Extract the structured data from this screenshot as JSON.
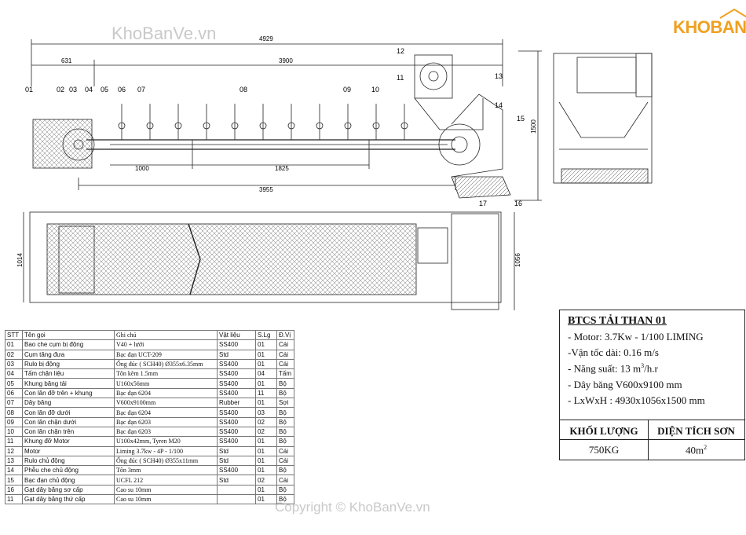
{
  "watermarks": {
    "top": "KhoBanVe.vn",
    "bottom": "Copyright © KhoBanVe.vn",
    "logo": "KHOBANVE"
  },
  "dimensions": {
    "overall_length": "4929",
    "inlet_offset": "631",
    "belt_span": "3900",
    "height": "1500",
    "lower_1000": "1000",
    "lower_1825": "1825",
    "lower_3955": "3955",
    "plan_width_left": "1014",
    "plan_width_right": "1056"
  },
  "part_callouts": [
    "01",
    "02",
    "03",
    "04",
    "05",
    "06",
    "07",
    "08",
    "09",
    "10",
    "11",
    "12",
    "13",
    "14",
    "15",
    "16",
    "17"
  ],
  "bom": {
    "headers": [
      "STT",
      "Tên gọi",
      "Ghi chú",
      "Vật liệu",
      "S.Lg",
      "Đ.Vị"
    ],
    "rows": [
      [
        "01",
        "Bao che cụm bị động",
        "V40 + lưới",
        "SS400",
        "01",
        "Cái"
      ],
      [
        "02",
        "Cụm tăng đưa",
        "Bạc đạn UCT-209",
        "Std",
        "01",
        "Cái"
      ],
      [
        "03",
        "Rulo bị động",
        "Ống đúc ( SCH40) Ø355x6.35mm",
        "SS400",
        "01",
        "Cái"
      ],
      [
        "04",
        "Tấm chặn liệu",
        "Tôn kẽm 1.5mm",
        "SS400",
        "04",
        "Tấm"
      ],
      [
        "05",
        "Khung băng tải",
        "U160x56mm",
        "SS400",
        "01",
        "Bộ"
      ],
      [
        "06",
        "Con lăn đỡ trên + khung",
        "Bạc đạn 6204",
        "SS400",
        "11",
        "Bộ"
      ],
      [
        "07",
        "Dây băng",
        "V600x9100mm",
        "Rubber",
        "01",
        "Sợi"
      ],
      [
        "08",
        "Con lăn đỡ dưới",
        "Bạc đạn 6204",
        "SS400",
        "03",
        "Bộ"
      ],
      [
        "09",
        "Con lăn chặn dưới",
        "Bạc đạn 6203",
        "SS400",
        "02",
        "Bộ"
      ],
      [
        "10",
        "Con lăn chặn trên",
        "Bạc đạn 6203",
        "SS400",
        "02",
        "Bộ"
      ],
      [
        "11",
        "Khung đỡ Motor",
        "U100x42mm, Tyren M20",
        "SS400",
        "01",
        "Bộ"
      ],
      [
        "12",
        "Motor",
        "Liming 3.7kw - 4P - 1/100",
        "Std",
        "01",
        "Cái"
      ],
      [
        "13",
        "Rulo chủ động",
        "Ống đúc ( SCH40) Ø355x11mm",
        "Std",
        "01",
        "Cái"
      ],
      [
        "14",
        "Phễu che chủ động",
        "Tôn 3mm",
        "SS400",
        "01",
        "Bộ"
      ],
      [
        "15",
        "Bạc đạn chủ động",
        "UCFL 212",
        "Std",
        "02",
        "Cái"
      ],
      [
        "16",
        "Gạt dây băng sơ cấp",
        "Cao su 10mm",
        "",
        "01",
        "Bộ"
      ],
      [
        "11",
        "Gạt dây băng thứ cấp",
        "Cao su 10mm",
        "",
        "01",
        "Bộ"
      ]
    ]
  },
  "spec": {
    "title": "BTCS TẢI THAN 01",
    "motor": "- Motor: 3.7Kw - 1/100 LIMING",
    "speed": "-Vận tốc dài: 0.16 m/s",
    "capacity_pre": "- Năng suất: 13 m",
    "capacity_sup": "3",
    "capacity_post": "/h.r",
    "belt": "- Dây băng V600x9100 mm",
    "size": "- LxWxH : 4930x1056x1500 mm",
    "weight_label": "KHỐI LƯỢNG",
    "area_label": "DIỆN TÍCH SƠN",
    "weight_value": "750KG",
    "area_value_pre": "40m",
    "area_value_sup": "2"
  },
  "colors": {
    "line": "#222222",
    "logo": "#f0a020",
    "watermark": "#c9c9c9"
  }
}
